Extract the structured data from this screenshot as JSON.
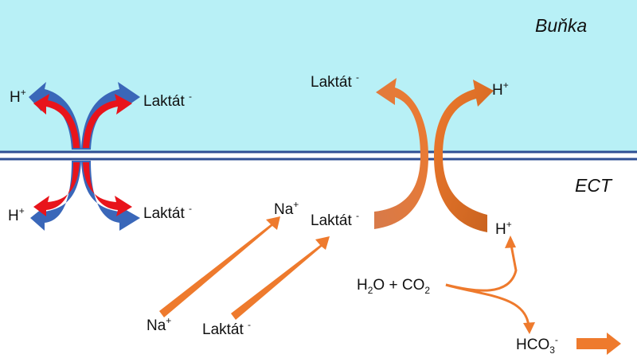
{
  "regions": {
    "cell": "Buňka",
    "ect": "ECT"
  },
  "labels": {
    "h": "H",
    "plus": "+",
    "lactate": "Laktát",
    "minus": "-",
    "na": "Na",
    "h2o": "H",
    "h2o_sub": "2",
    "h2o_tail": "O + CO",
    "co2_sub": "2",
    "hco3": "HCO",
    "hco3_sub": "3",
    "hco3_sup": "-"
  },
  "colors": {
    "cell_bg": "#b8f0f6",
    "membrane": "#2f4f94",
    "blue_arrow": "#3a67b9",
    "red_arrow": "#e8141b",
    "orange_arrow": "#ee7a2d"
  }
}
